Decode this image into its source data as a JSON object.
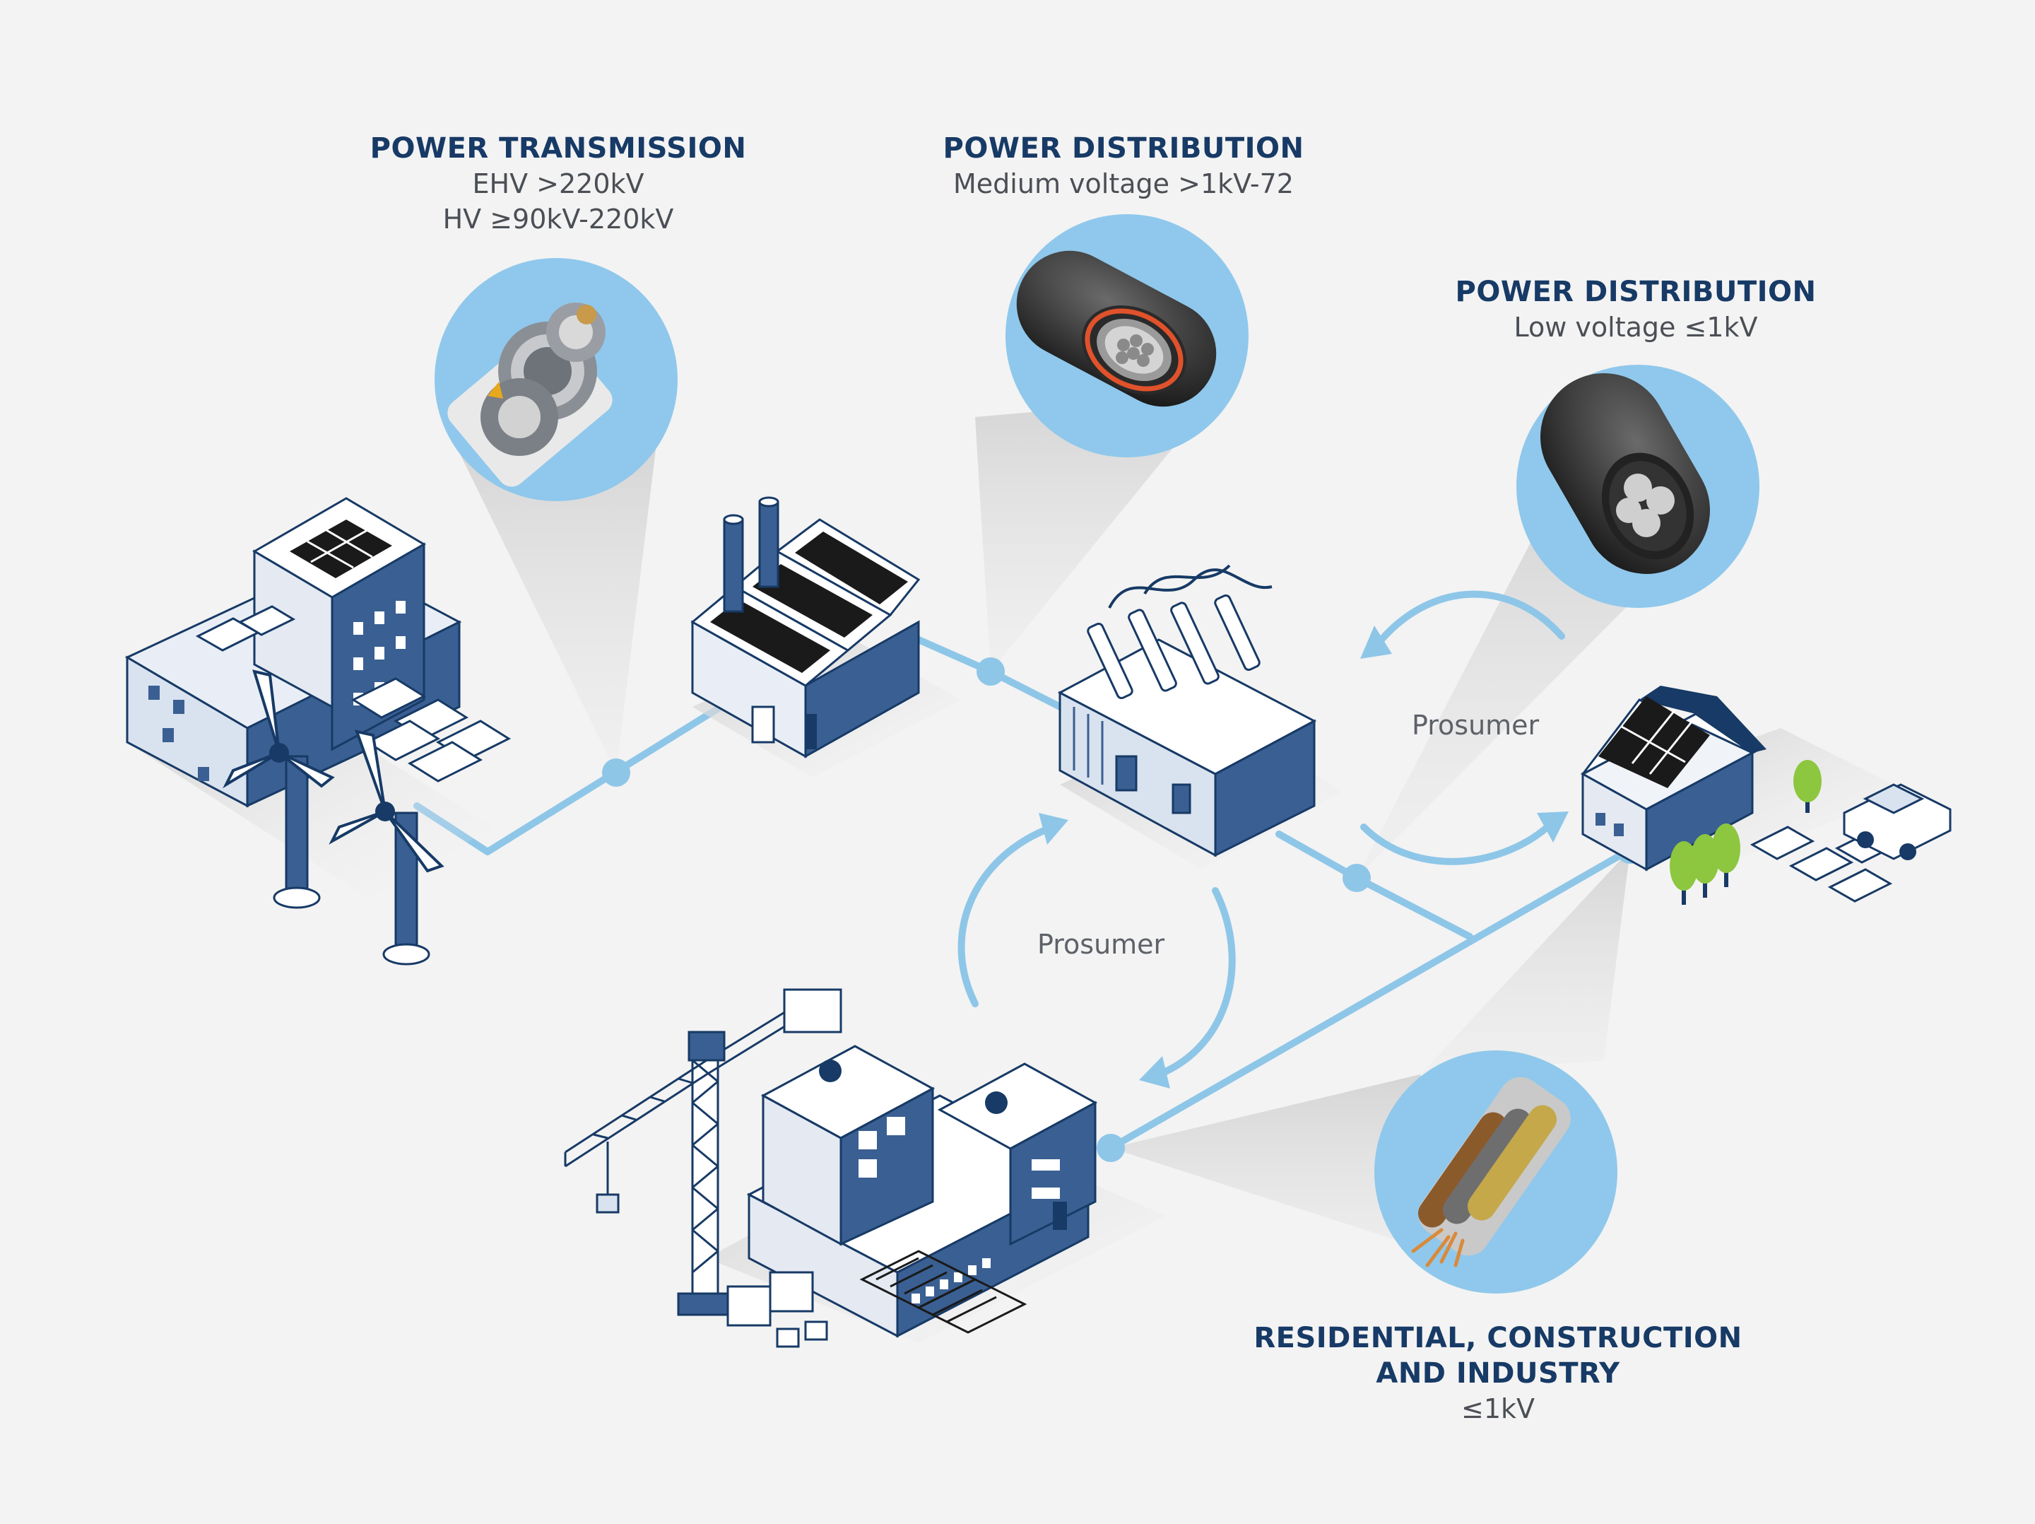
{
  "labels": {
    "transmission": {
      "title": "POWER TRANSMISSION",
      "line1": "EHV >220kV",
      "line2": "HV ≥90kV-220kV"
    },
    "distribution_medium": {
      "title": "POWER DISTRIBUTION",
      "line1": "Medium voltage >1kV-72"
    },
    "distribution_low": {
      "title": "POWER DISTRIBUTION",
      "line1": "Low voltage ≤1kV"
    },
    "residential": {
      "title_line1": "RESIDENTIAL, CONSTRUCTION",
      "title_line2": "AND INDUSTRY",
      "line1": "≤1kV"
    }
  },
  "prosumer_labels": {
    "top": "Prosumer",
    "center": "Prosumer"
  },
  "colors": {
    "navy": "#173a66",
    "building_blue": "#3a5f92",
    "light_blue": "#9ccbea",
    "circle_blue": "#8fc8ec",
    "line_blue": "#8ec6e8",
    "cable_orange": "#e0522b"
  },
  "icons": [
    "wind-turbine-icon",
    "solar-panel-icon",
    "factory-icon",
    "transformer-substation-icon",
    "house-icon",
    "car-icon",
    "tree-icon",
    "construction-crane-icon",
    "office-building-icon",
    "cable-cross-section-icon"
  ]
}
